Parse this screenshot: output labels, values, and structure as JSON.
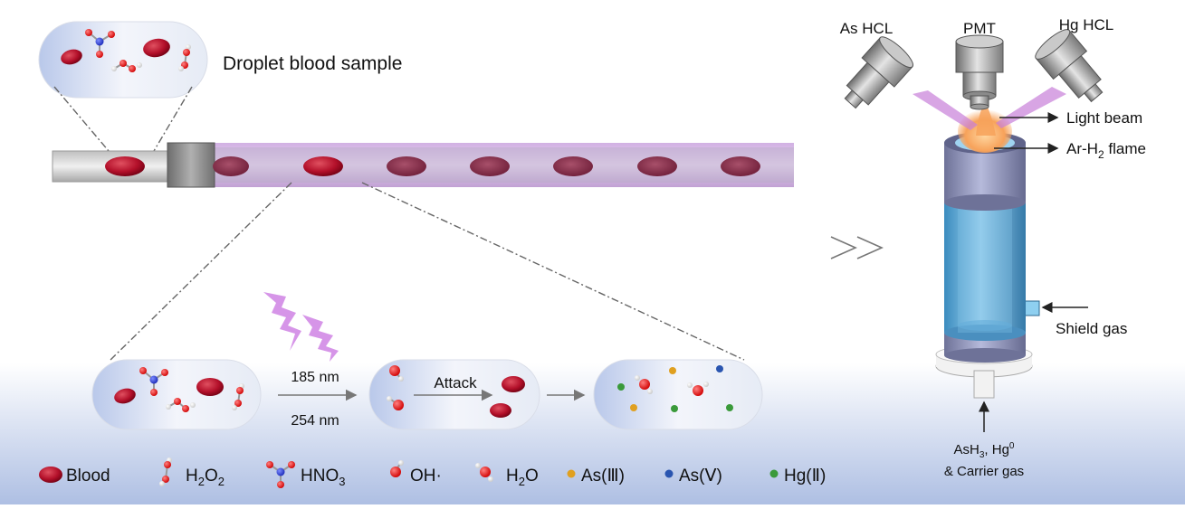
{
  "sample_label": "Droplet blood sample",
  "uv": {
    "wavelength1": "185 nm",
    "wavelength2": "254 nm"
  },
  "attack_label": "Attack",
  "chevrons": ">>",
  "instrument": {
    "as_lamp": "As HCL",
    "pmt": "PMT",
    "hg_lamp": "Hg HCL",
    "light_beam": "Light beam",
    "flame_prefix": "Ar-H",
    "flame_sub": "2",
    "flame_suffix": " flame",
    "shield_gas": "Shield gas",
    "carrier_line1_a": "AsH",
    "carrier_line1_b": "3",
    "carrier_line1_c": ", Hg",
    "carrier_line1_d": "0",
    "carrier_line2": "& Carrier gas"
  },
  "legend": {
    "blood": "Blood",
    "h2o2_a": "H",
    "h2o2_b": "2",
    "h2o2_c": "O",
    "h2o2_d": "2",
    "hno3_a": "HNO",
    "hno3_b": "3",
    "oh": "OH·",
    "h2o_a": "H",
    "h2o_b": "2",
    "h2o_c": "O",
    "as3": "As(Ⅲ)",
    "as5": "As(Ⅴ)",
    "hg2": "Hg(Ⅱ)"
  },
  "colors": {
    "blood": "#b3102a",
    "tube_purple": "#d7b2e8",
    "as3": "#e0a020",
    "as5": "#2a55b0",
    "hg2": "#3a9a3a",
    "oxygen": "#e01010",
    "nitrogen": "#1a36c8"
  }
}
